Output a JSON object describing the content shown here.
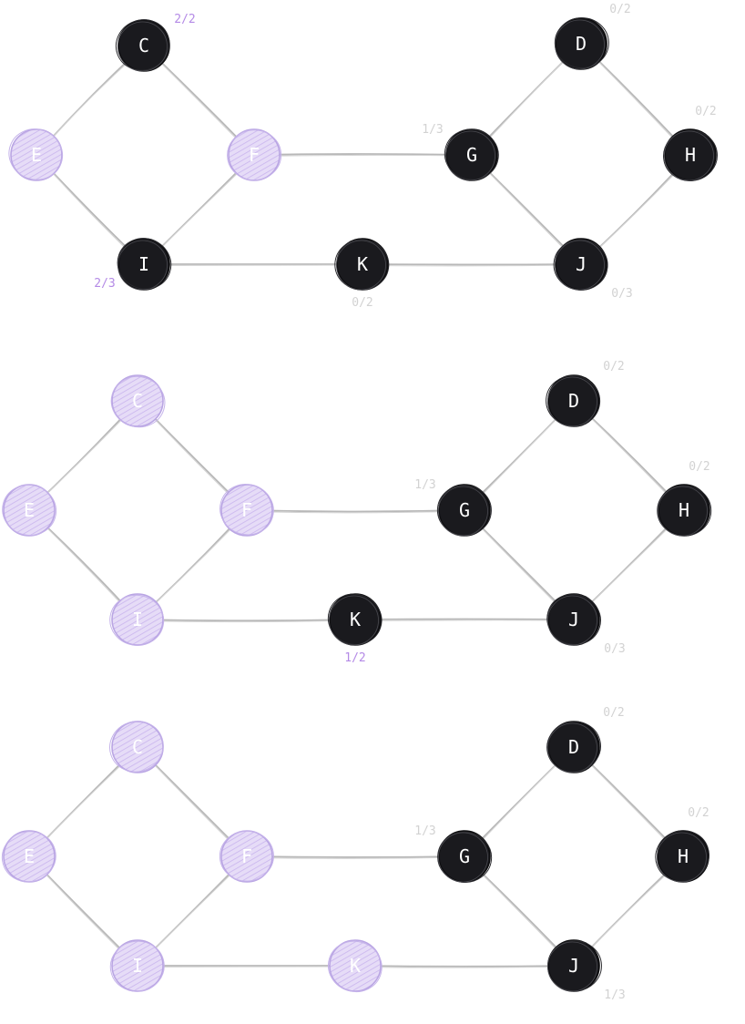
{
  "colors": {
    "active_fill": "#1a1a1e",
    "active_text": "#ffffff",
    "visited_fill": "#ddd0f3",
    "visited_stroke": "#b9a5e3",
    "visited_text": "#ffffff",
    "highlight_count": "#b48ae6",
    "muted_count": "#d2d2d2",
    "edge": "#b8b8b8"
  },
  "panels": [
    {
      "nodes": [
        {
          "id": "C",
          "label": "C",
          "state": "active",
          "count": "2/2",
          "count_style": "highlight"
        },
        {
          "id": "D",
          "label": "D",
          "state": "active",
          "count": "0/2",
          "count_style": "muted"
        },
        {
          "id": "E",
          "label": "E",
          "state": "visited"
        },
        {
          "id": "F",
          "label": "F",
          "state": "visited"
        },
        {
          "id": "G",
          "label": "G",
          "state": "active",
          "count": "1/3",
          "count_style": "muted"
        },
        {
          "id": "H",
          "label": "H",
          "state": "active",
          "count": "0/2",
          "count_style": "muted"
        },
        {
          "id": "I",
          "label": "I",
          "state": "active",
          "count": "2/3",
          "count_style": "highlight"
        },
        {
          "id": "K",
          "label": "K",
          "state": "active",
          "count": "0/2",
          "count_style": "muted"
        },
        {
          "id": "J",
          "label": "J",
          "state": "active",
          "count": "0/3",
          "count_style": "muted"
        }
      ]
    },
    {
      "nodes": [
        {
          "id": "C",
          "label": "C",
          "state": "visited"
        },
        {
          "id": "D",
          "label": "D",
          "state": "active",
          "count": "0/2",
          "count_style": "muted"
        },
        {
          "id": "E",
          "label": "E",
          "state": "visited"
        },
        {
          "id": "F",
          "label": "F",
          "state": "visited"
        },
        {
          "id": "G",
          "label": "G",
          "state": "active",
          "count": "1/3",
          "count_style": "muted"
        },
        {
          "id": "H",
          "label": "H",
          "state": "active",
          "count": "0/2",
          "count_style": "muted"
        },
        {
          "id": "I",
          "label": "I",
          "state": "visited"
        },
        {
          "id": "K",
          "label": "K",
          "state": "active",
          "count": "1/2",
          "count_style": "highlight"
        },
        {
          "id": "J",
          "label": "J",
          "state": "active",
          "count": "0/3",
          "count_style": "muted"
        }
      ]
    },
    {
      "nodes": [
        {
          "id": "C",
          "label": "C",
          "state": "visited"
        },
        {
          "id": "D",
          "label": "D",
          "state": "active",
          "count": "0/2",
          "count_style": "muted"
        },
        {
          "id": "E",
          "label": "E",
          "state": "visited"
        },
        {
          "id": "F",
          "label": "F",
          "state": "visited"
        },
        {
          "id": "G",
          "label": "G",
          "state": "active",
          "count": "1/3",
          "count_style": "muted"
        },
        {
          "id": "H",
          "label": "H",
          "state": "active",
          "count": "0/2",
          "count_style": "muted"
        },
        {
          "id": "I",
          "label": "I",
          "state": "visited"
        },
        {
          "id": "K",
          "label": "K",
          "state": "visited"
        },
        {
          "id": "J",
          "label": "J",
          "state": "active",
          "count": "1/3",
          "count_style": "muted"
        }
      ]
    }
  ],
  "edges": [
    [
      "C",
      "E"
    ],
    [
      "C",
      "F"
    ],
    [
      "E",
      "I"
    ],
    [
      "F",
      "I"
    ],
    [
      "F",
      "G"
    ],
    [
      "I",
      "K"
    ],
    [
      "K",
      "J"
    ],
    [
      "G",
      "D"
    ],
    [
      "G",
      "J"
    ],
    [
      "D",
      "H"
    ],
    [
      "H",
      "J"
    ]
  ]
}
